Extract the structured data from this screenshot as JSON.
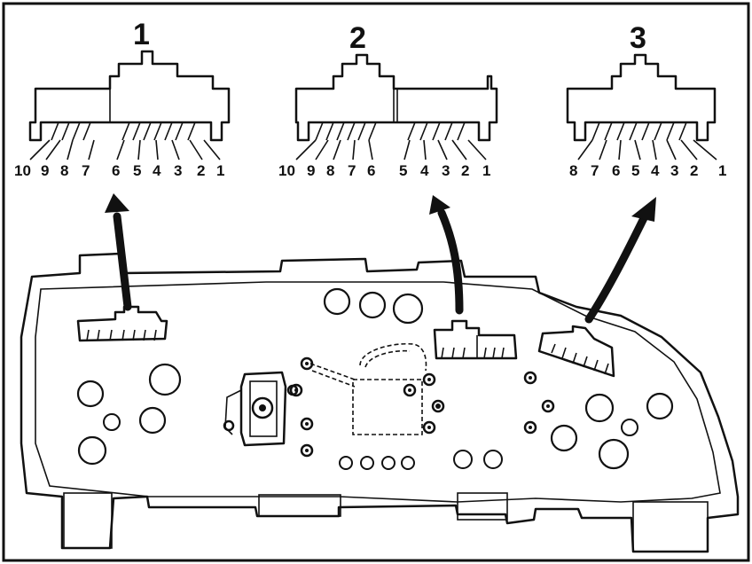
{
  "connectors": [
    {
      "id": "1",
      "label": "1",
      "pins": [
        "10",
        "9",
        "8",
        "7",
        "6",
        "5",
        "4",
        "3",
        "2",
        "1"
      ]
    },
    {
      "id": "2",
      "label": "2",
      "pins": [
        "10",
        "9",
        "8",
        "7",
        "6",
        "5",
        "4",
        "3",
        "2",
        "1"
      ]
    },
    {
      "id": "3",
      "label": "3",
      "pins": [
        "8",
        "7",
        "6",
        "5",
        "4",
        "3",
        "2",
        "1"
      ]
    }
  ]
}
